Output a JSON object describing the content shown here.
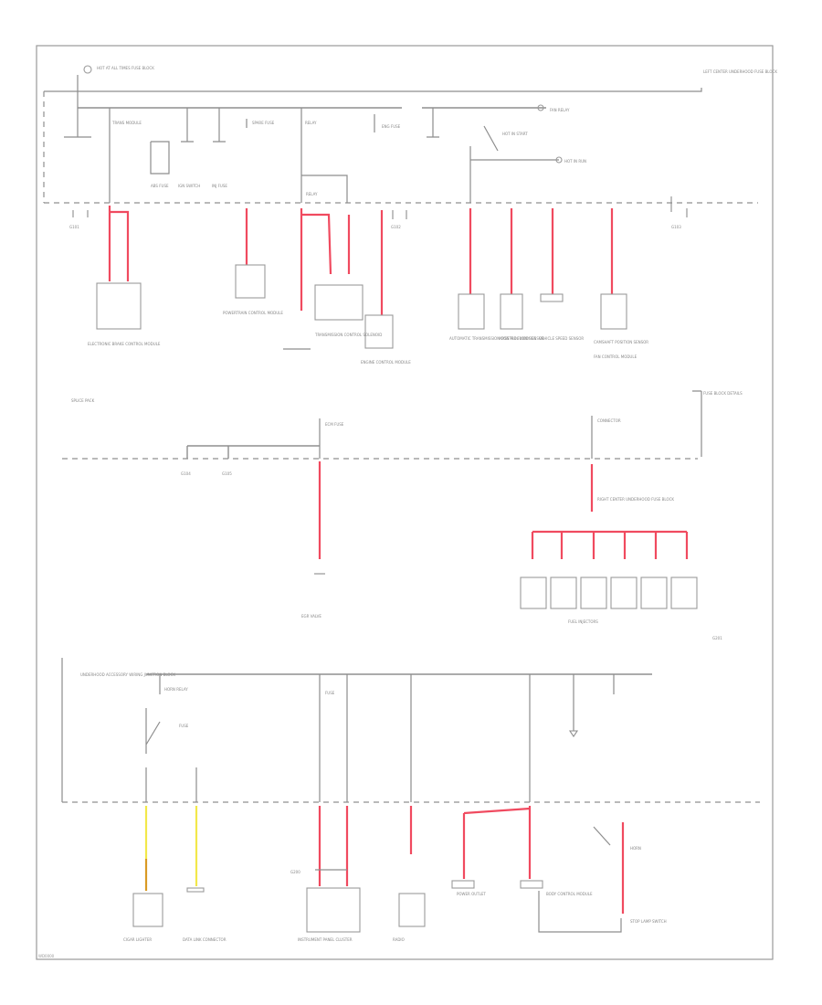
{
  "page_code": "WD0000",
  "labels": {
    "l01": "HOT AT ALL TIMES FUSE BLOCK",
    "l02": "LEFT CENTER UNDERHOOD FUSE BLOCK",
    "l03": "TRANS MODULE",
    "l04": "ABS FUSE",
    "l05": "IGN SWITCH",
    "l06": "INJ FUSE",
    "l07": "SPARE FUSE",
    "l08": "RELAY",
    "l09": "RELAY",
    "l10": "ENG FUSE",
    "l11": "FAN RELAY",
    "l12": "HOT IN START",
    "l13": "HOT IN RUN",
    "l14": "G101",
    "l15": "G102",
    "l16": "G103",
    "l17": "ELECTRONIC BRAKE CONTROL MODULE",
    "l18": "POWERTRAIN CONTROL MODULE",
    "l19": "TRANSMISSION CONTROL SOLENOID",
    "l20": "ENGINE CONTROL MODULE",
    "l21": "AUTOMATIC TRANSMISSION CONTROL MODULE",
    "l22": "MASS AIR FLOW SENSOR",
    "l23": "VEHICLE SPEED SENSOR",
    "l24": "CAMSHAFT POSITION SENSOR",
    "l25": "FAN CONTROL MODULE",
    "l26": "SPLICE PACK",
    "l27": "FUSE BLOCK DETAILS",
    "l28": "G104",
    "l29": "G105",
    "l30": "EGR VALVE",
    "l31": "ECM FUSE",
    "l32": "CONNECTOR",
    "l33": "RIGHT CENTER UNDERHOOD FUSE BLOCK",
    "l34": "FUEL INJECTORS",
    "l35": "UNDERHOOD ACCESSORY WIRING JUNCTION BLOCK",
    "l36": "HORN RELAY",
    "l37": "FUSE",
    "l38": "FUSE",
    "l39": "CIGAR LIGHTER",
    "l40": "DATA LINK CONNECTOR",
    "l41": "INSTRUMENT PANEL CLUSTER",
    "l42": "RADIO",
    "l43": "POWER OUTLET",
    "l44": "BODY CONTROL MODULE",
    "l45": "HORN",
    "l46": "STOP LAMP SWITCH",
    "l47": "G200",
    "l48": "G201"
  },
  "wire_colors": {
    "red": "#f04a5f",
    "yellow": "#f2e84a",
    "orange": "#d99a24",
    "line": "#8f8f8f"
  }
}
